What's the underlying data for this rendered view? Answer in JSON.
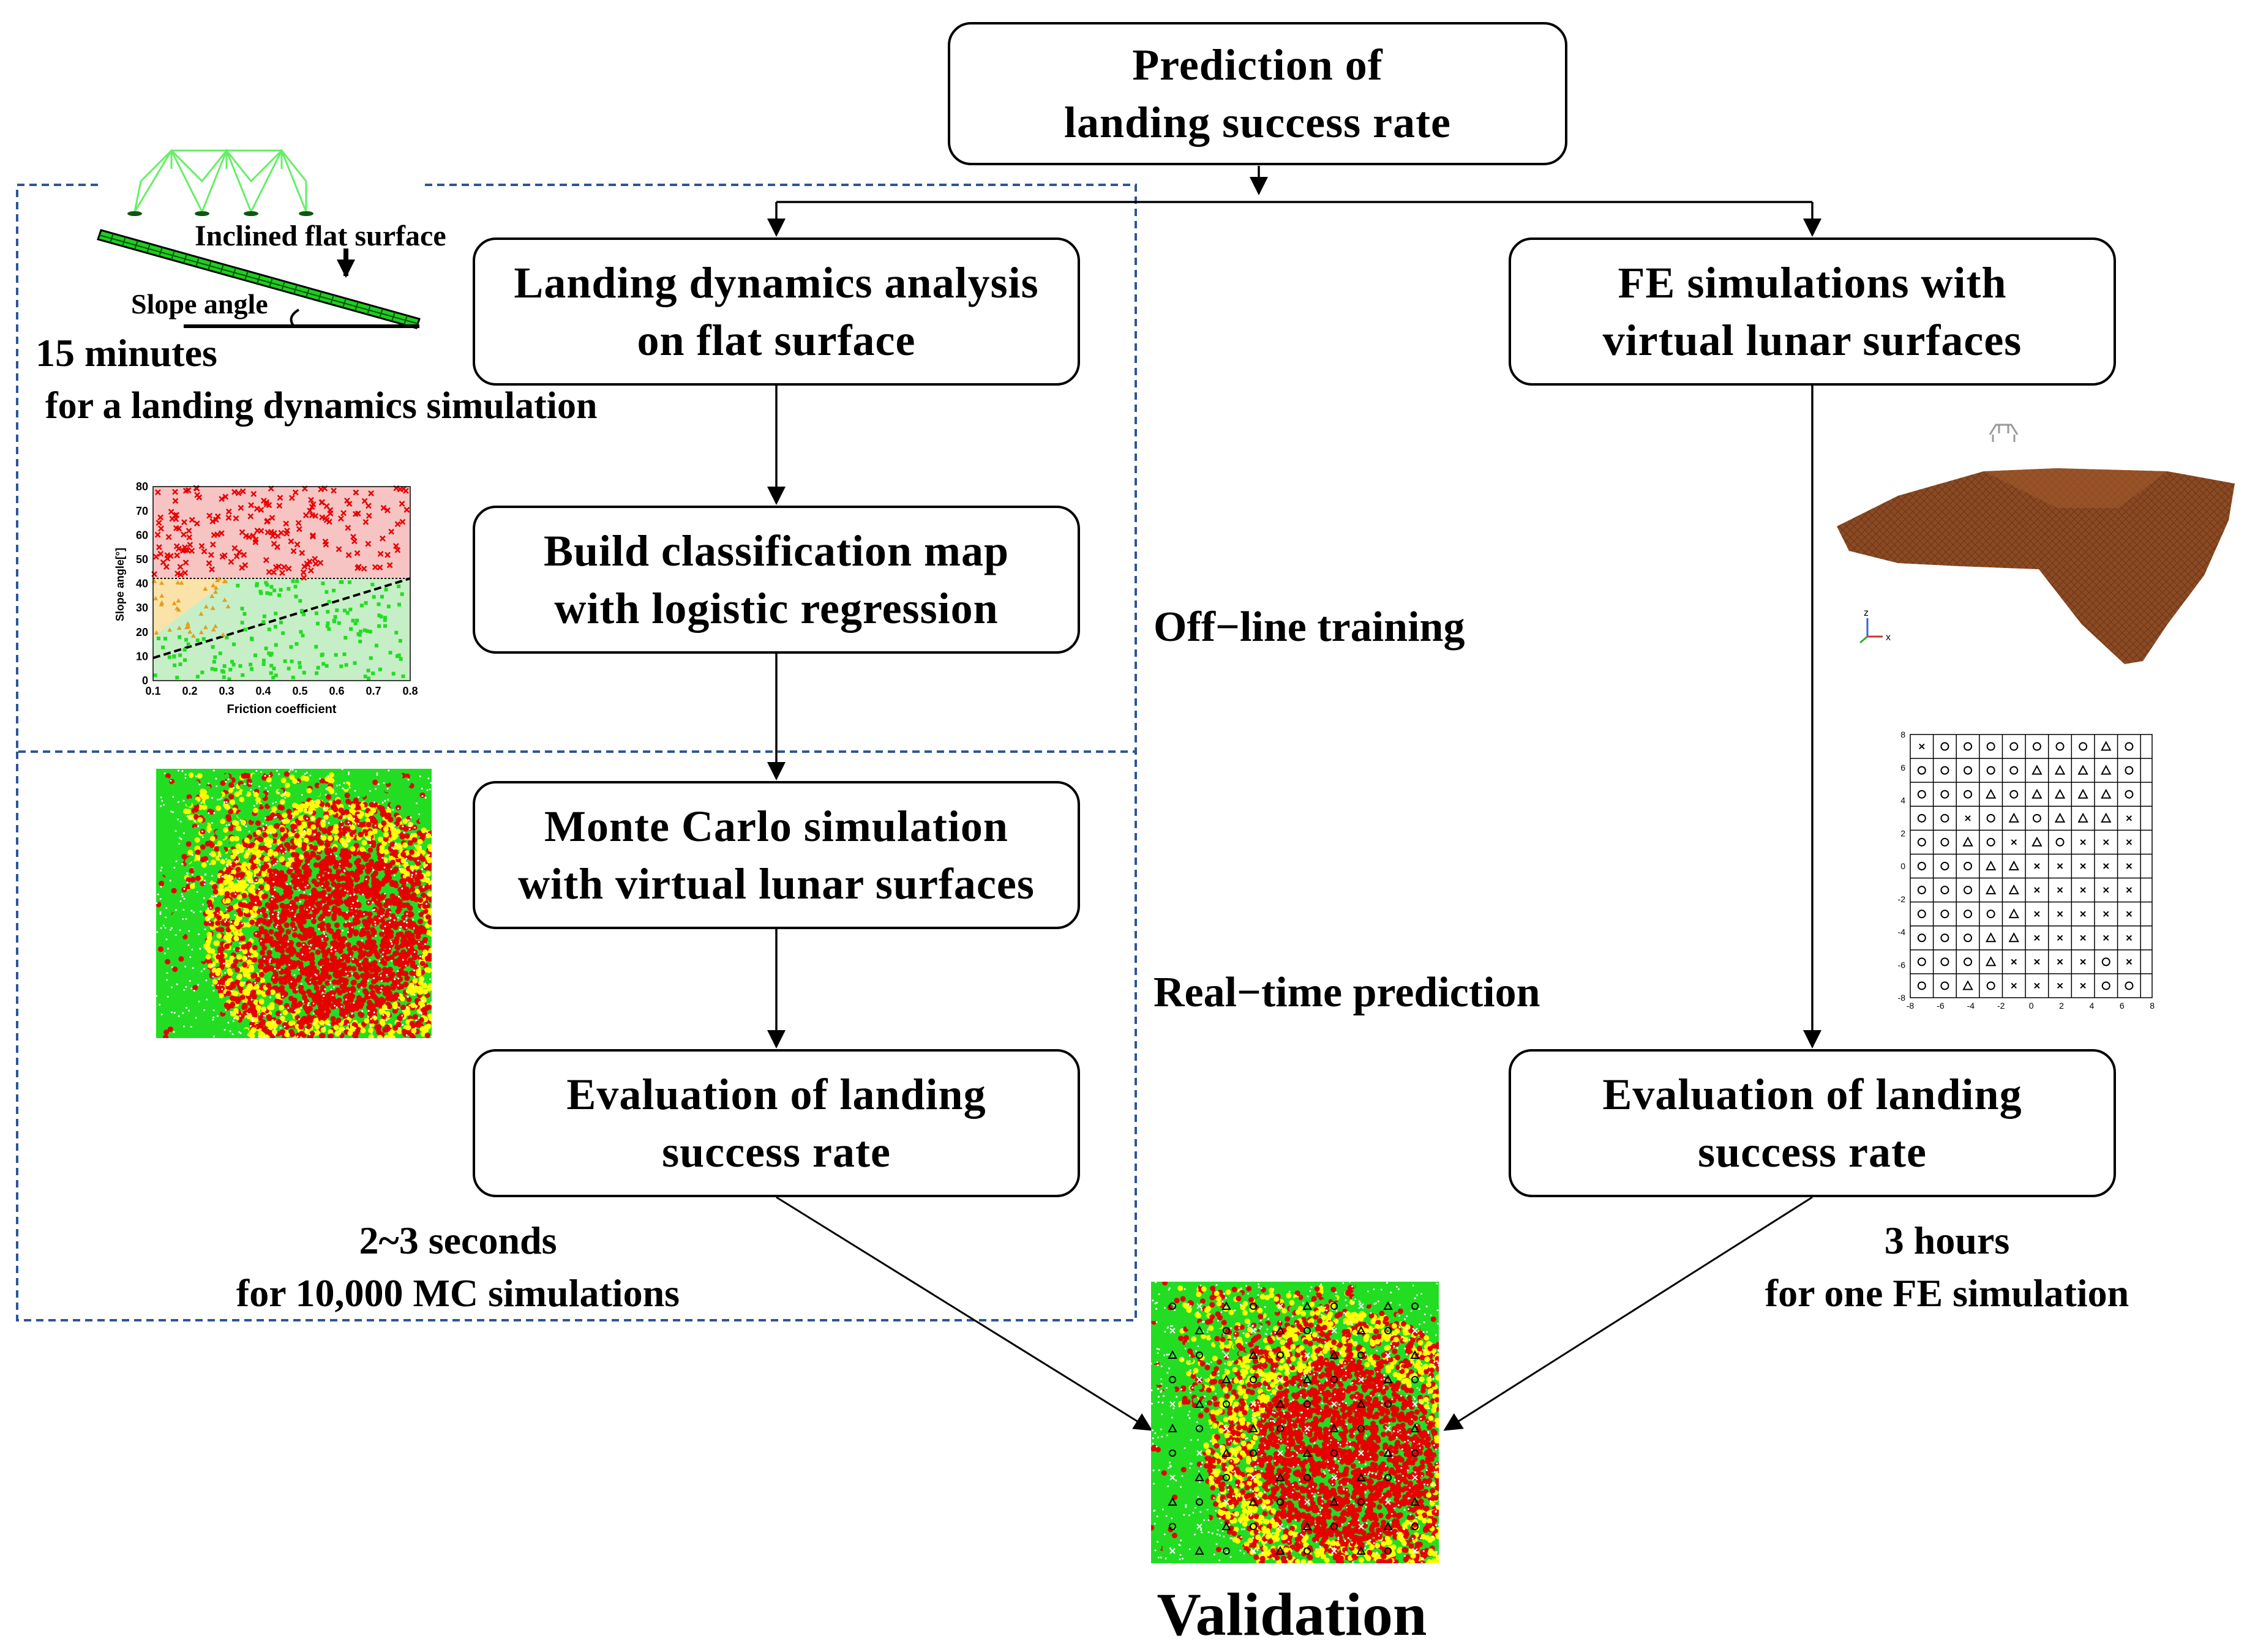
{
  "boxes": {
    "top": {
      "line1": "Prediction of",
      "line2": "landing success rate"
    },
    "landing_dynamics": {
      "line1": "Landing dynamics analysis",
      "line2": "on flat surface"
    },
    "classification": {
      "line1": "Build classification map",
      "line2": "with logistic regression"
    },
    "monte_carlo": {
      "line1": "Monte Carlo simulation",
      "line2": "with virtual lunar surfaces"
    },
    "eval_left": {
      "line1": "Evaluation of landing",
      "line2": "success rate"
    },
    "fe_sim": {
      "line1": "FE simulations with",
      "line2": "virtual lunar surfaces"
    },
    "eval_right": {
      "line1": "Evaluation of landing",
      "line2": "success rate"
    }
  },
  "labels": {
    "inclined": "Inclined flat surface",
    "slope": "Slope angle",
    "time_flat_1": "15 minutes",
    "time_flat_2": "for a landing dynamics simulation",
    "offline": "Off−line training",
    "realtime": "Real−time prediction",
    "time_mc_1": "2~3 seconds",
    "time_mc_2": "for 10,000 MC simulations",
    "time_fe_1": "3 hours",
    "time_fe_2": "for one FE simulation",
    "validation": "Validation"
  },
  "classification_plot": {
    "xlabel": "Friction coefficient",
    "ylabel": "Slope angle[°]",
    "x_ticks": [
      "0.1",
      "0.2",
      "0.3",
      "0.4",
      "0.5",
      "0.6",
      "0.7",
      "0.8"
    ],
    "y_ticks": [
      "0",
      "10",
      "20",
      "30",
      "40",
      "50",
      "60",
      "70",
      "80"
    ]
  },
  "grid_plot": {
    "ticks": [
      "-8",
      "-6",
      "-4",
      "-2",
      "0",
      "2",
      "4",
      "6",
      "8"
    ]
  },
  "axis_triad": {
    "z": "z",
    "x": "x"
  },
  "colors": {
    "fail": "#e60000",
    "success": "#22dd22",
    "uncertain": "#ffff00",
    "dash_border": "#2e5597",
    "arrow": "#000000"
  }
}
